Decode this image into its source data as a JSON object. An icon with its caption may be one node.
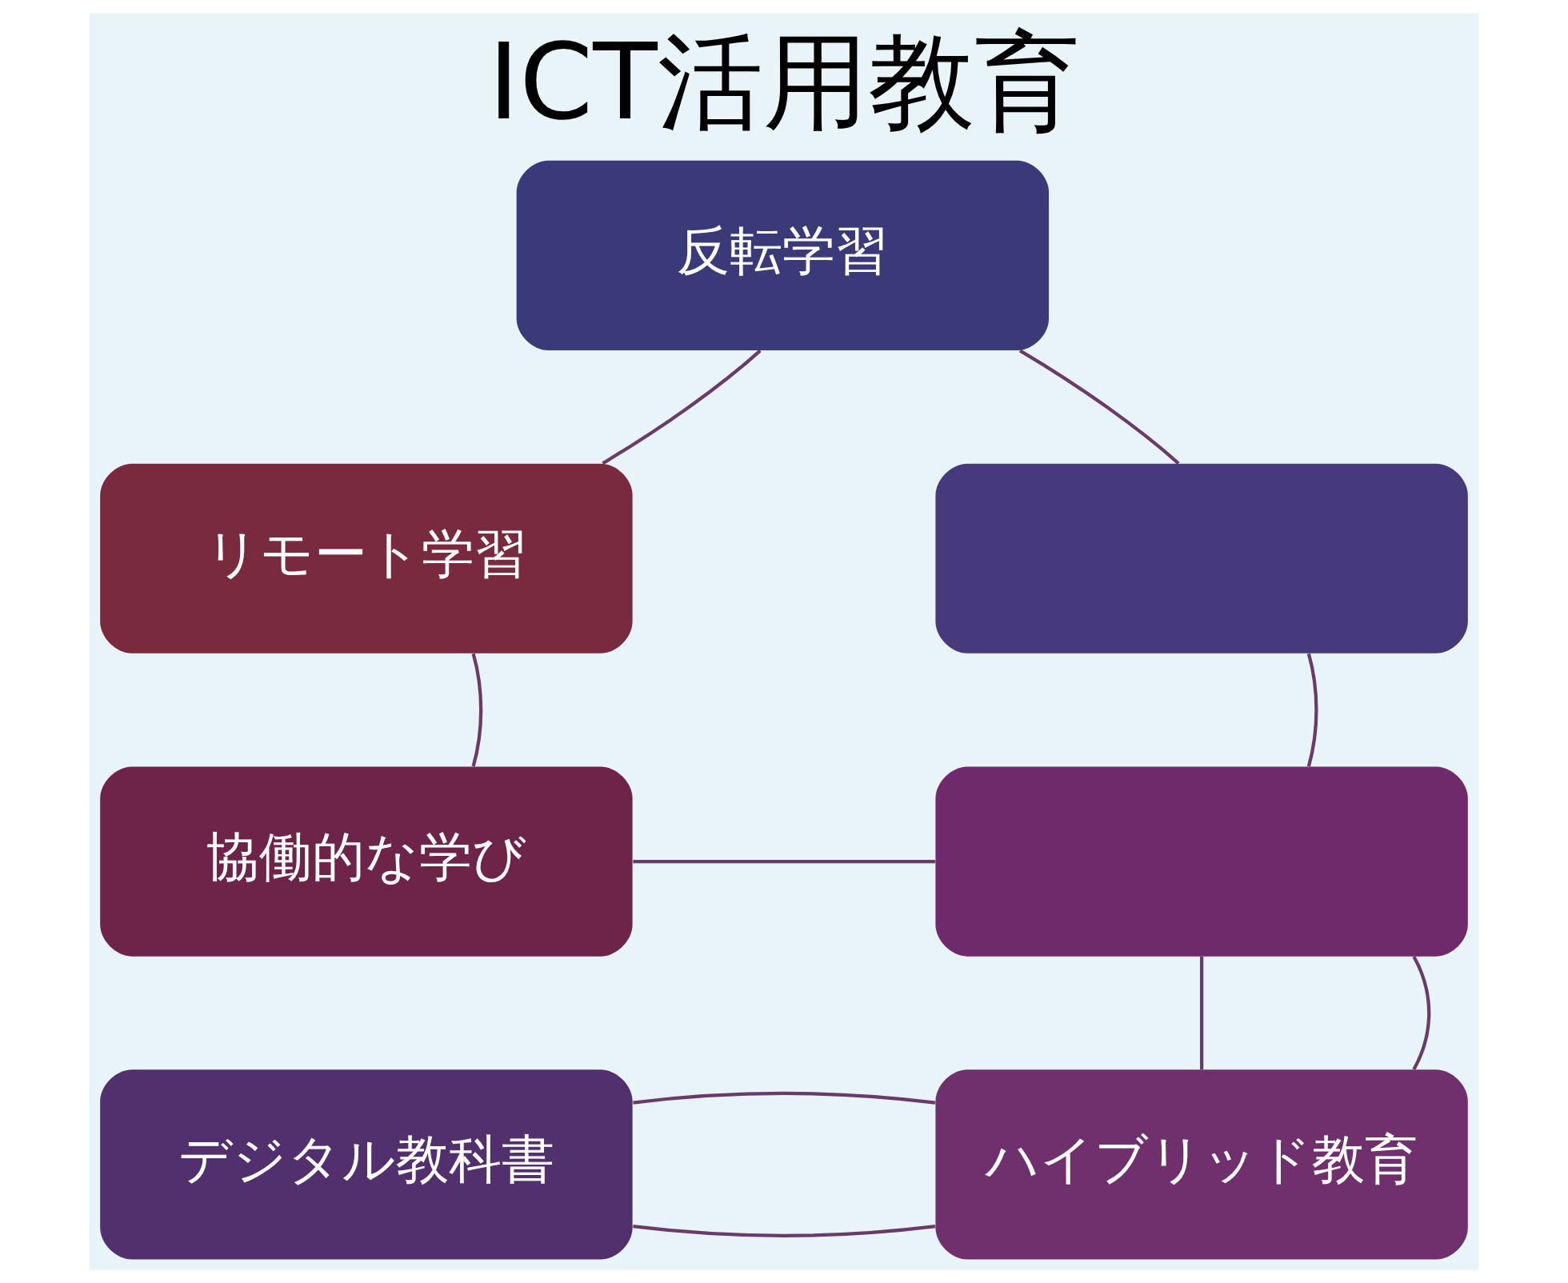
{
  "diagram": {
    "title": "ICT活用教育",
    "nodes": [
      {
        "text": [
          "反転学習"
        ]
      },
      {
        "text": [],
        "shape": "box"
      },
      {
        "text": [
          "リモート学習"
        ]
      },
      {
        "text": [
          "協働的な学び"
        ]
      },
      {
        "text": [],
        "shape": "box"
      },
      {
        "text": [
          "デジタル教科書"
        ]
      },
      {
        "text": [
          "ハイブリッド教育"
        ]
      }
    ],
    "edges": [
      {
        "from": 0,
        "to": 1,
        "arrow": "none"
      },
      {
        "from": 1,
        "to": 4,
        "arrow": "none"
      },
      {
        "from": 2,
        "to": 0,
        "arrow": "none"
      },
      {
        "from": 3,
        "to": 2,
        "arrow": "none"
      },
      {
        "from": 3,
        "to": 4,
        "arrow": "none"
      },
      {
        "from": 5,
        "to": 6,
        "arrow": "none"
      },
      {
        "from": 4,
        "to": 6,
        "arrow": "none"
      },
      {
        "from": 4,
        "to": 6,
        "arrow": "none"
      },
      {
        "from": 5,
        "to": 6,
        "arrow": "none"
      }
    ]
  }
}
